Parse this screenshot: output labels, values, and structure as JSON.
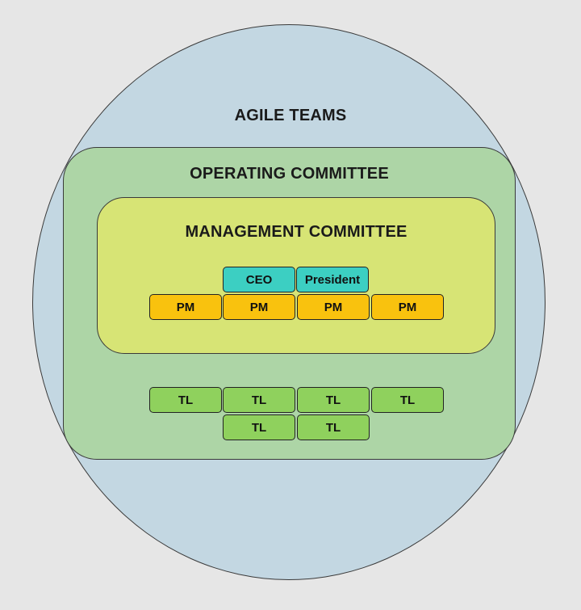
{
  "diagram": {
    "outer": {
      "label": "AGILE TEAMS",
      "color": "#c3d7e2"
    },
    "middle": {
      "label": "OPERATING COMMITTEE",
      "color": "#add5a6"
    },
    "inner": {
      "label": "MANAGEMENT COMMITTEE",
      "color": "#d7e475"
    },
    "executives": [
      "CEO",
      "President"
    ],
    "executive_color": "#3ccfc2",
    "project_managers": [
      "PM",
      "PM",
      "PM",
      "PM"
    ],
    "project_manager_color": "#f9c20e",
    "team_leads_row1": [
      "TL",
      "TL",
      "TL",
      "TL"
    ],
    "team_leads_row2": [
      "TL",
      "TL"
    ],
    "team_lead_color": "#8fd15d"
  }
}
